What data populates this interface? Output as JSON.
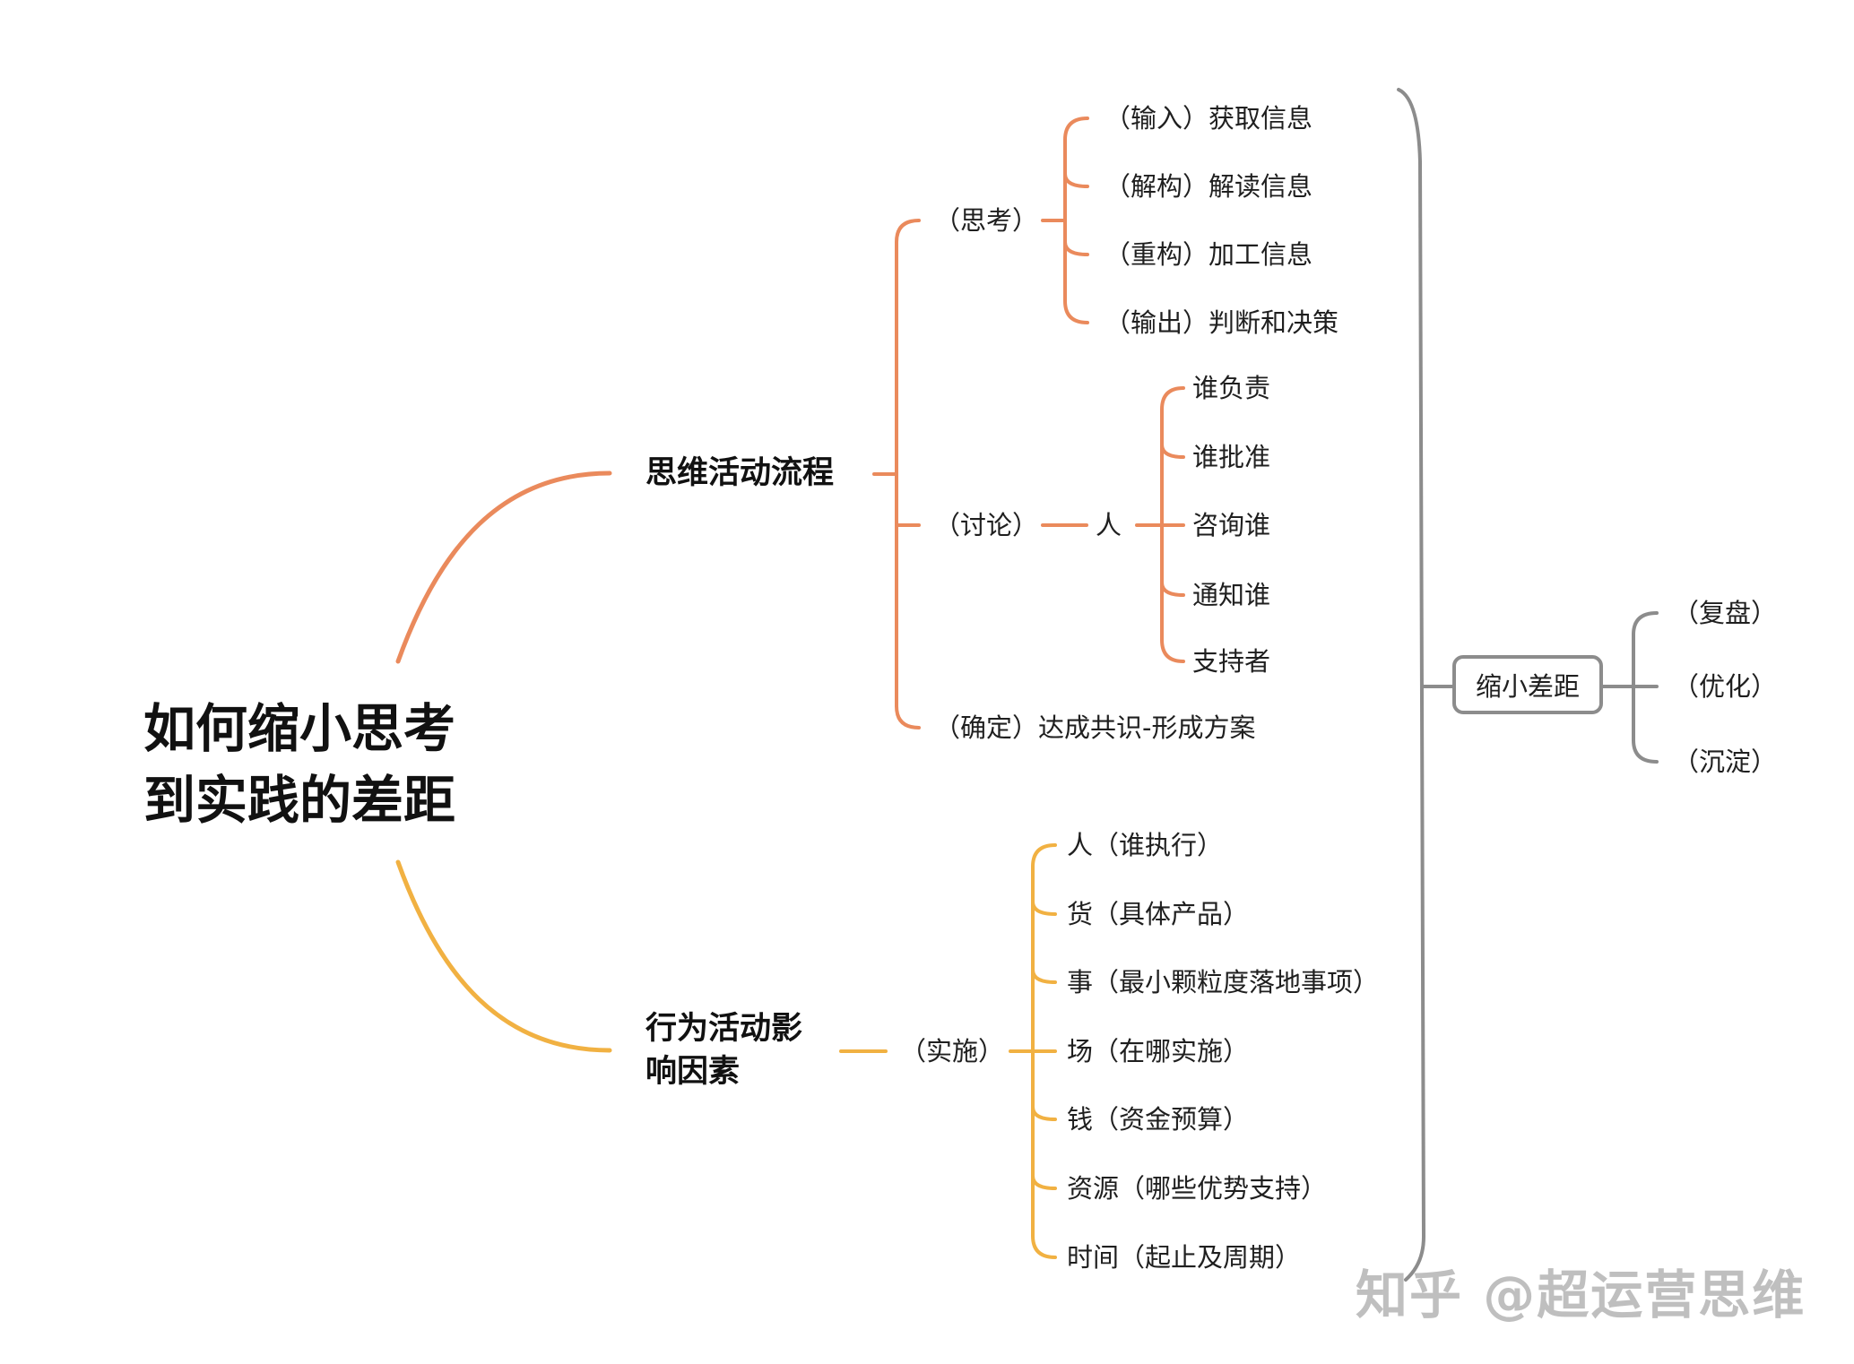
{
  "root": {
    "line1": "如何缩小思考",
    "line2": "到实践的差距"
  },
  "colors": {
    "orange": "#ea8a5c",
    "yellow": "#f1b142",
    "gray": "#8c8c8c"
  },
  "thinking": {
    "label": "思维活动流程",
    "think": {
      "label": "（思考）",
      "items": [
        "（输入）获取信息",
        "（解构）解读信息",
        "（重构）加工信息",
        "（输出）判断和决策"
      ]
    },
    "discuss": {
      "label": "（讨论）",
      "person": "人",
      "items": [
        "谁负责",
        "谁批准",
        "咨询谁",
        "通知谁",
        "支持者"
      ]
    },
    "decide": "（确定）达成共识-形成方案"
  },
  "behavior": {
    "label": "行为活动影响因素",
    "implement": {
      "label": "（实施）",
      "items": [
        "人（谁执行）",
        "货（具体产品）",
        "事（最小颗粒度落地事项）",
        "场（在哪实施）",
        "钱（资金预算）",
        "资源（哪些优势支持）",
        "时间（起止及周期）"
      ]
    }
  },
  "gap": {
    "label": "缩小差距",
    "items": [
      "（复盘）",
      "（优化）",
      "（沉淀）"
    ]
  },
  "watermark": "知乎 @超运营思维"
}
